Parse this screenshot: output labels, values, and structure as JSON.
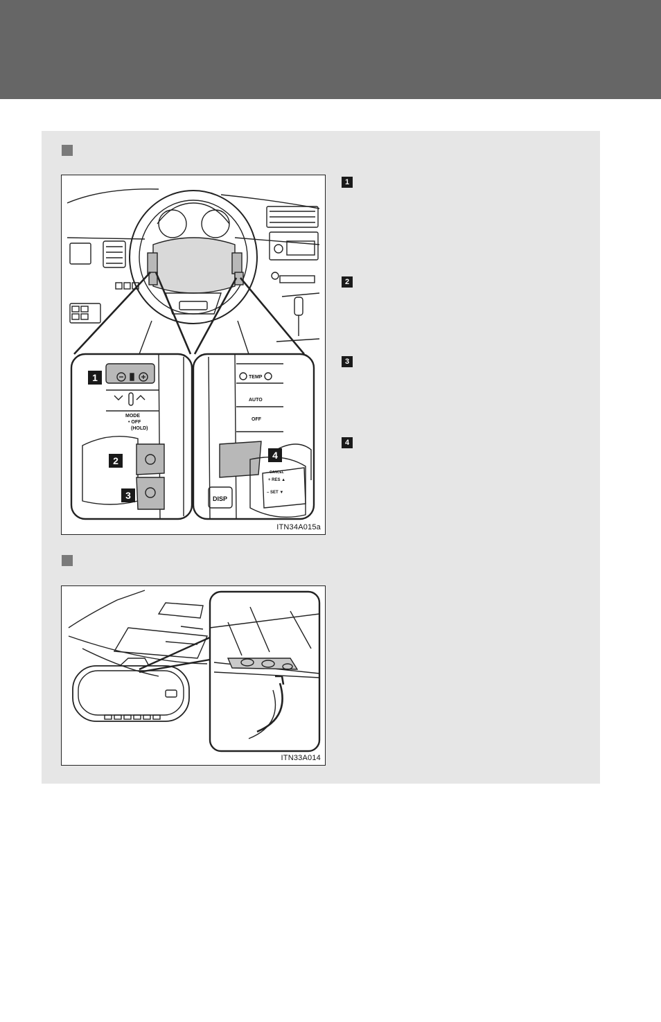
{
  "figures": {
    "steering": {
      "code": "ITN34A015a",
      "callouts": [
        "1",
        "2",
        "3",
        "4"
      ],
      "left_panel": {
        "mode_label": "MODE",
        "off_label": "• OFF",
        "hold_label": "(HOLD)"
      },
      "right_panel": {
        "temp_label": "TEMP",
        "auto_label": "AUTO",
        "off_label": "OFF",
        "disp_label": "DISP",
        "res_label": "+ RES ▲",
        "set_label": "– SET ▼",
        "cancel_label": "CANCEL"
      }
    },
    "mirror": {
      "code": "ITN33A014"
    }
  },
  "side_markers": [
    "1",
    "2",
    "3",
    "4"
  ],
  "colors": {
    "header": "#666666",
    "panel_bg": "#e6e6e6",
    "marker": "#7a7a7a",
    "highlight": "#b8b8b8"
  }
}
